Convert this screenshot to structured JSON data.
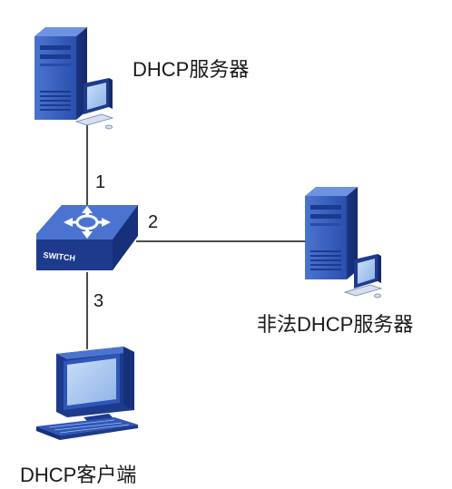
{
  "nodes": {
    "dhcp_server": {
      "label": "DHCP服务器",
      "icon": "server-pc-icon"
    },
    "switch": {
      "label": "SWITCH",
      "icon": "switch-icon"
    },
    "rogue_server": {
      "label": "非法DHCP服务器",
      "icon": "server-pc-icon"
    },
    "client": {
      "label": "DHCP客户端",
      "icon": "pc-client-icon"
    }
  },
  "links": [
    {
      "label": "1",
      "from": "dhcp_server",
      "to": "switch"
    },
    {
      "label": "2",
      "from": "switch",
      "to": "rogue_server"
    },
    {
      "label": "3",
      "from": "switch",
      "to": "client"
    }
  ],
  "colors": {
    "device_dark": "#1e3a8c",
    "device_mid": "#2f56b8",
    "device_light": "#5f86dd",
    "screen": "#9ec0ee",
    "line": "#111111"
  }
}
